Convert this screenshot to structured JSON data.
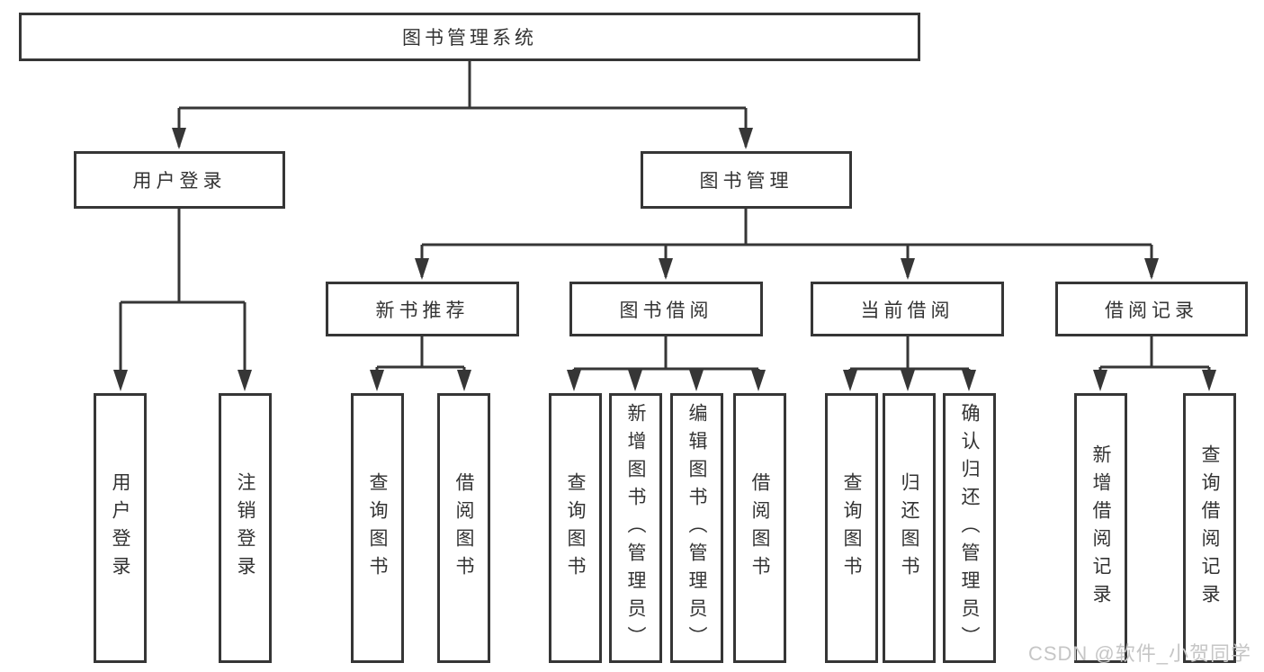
{
  "diagram": {
    "root": {
      "label": "图书管理系统"
    },
    "level1": [
      {
        "label": "用户登录",
        "children": [
          {
            "label": "用户登录"
          },
          {
            "label": "注销登录"
          }
        ]
      },
      {
        "label": "图书管理",
        "children": [
          {
            "label": "新书推荐",
            "children": [
              {
                "label": "查询图书"
              },
              {
                "label": "借阅图书"
              }
            ]
          },
          {
            "label": "图书借阅",
            "children": [
              {
                "label": "查询图书"
              },
              {
                "label": "新增图书（管理员）"
              },
              {
                "label": "编辑图书（管理员）"
              },
              {
                "label": "借阅图书"
              }
            ]
          },
          {
            "label": "当前借阅",
            "children": [
              {
                "label": "查询图书"
              },
              {
                "label": "归还图书"
              },
              {
                "label": "确认归还（管理员）"
              }
            ]
          },
          {
            "label": "借阅记录",
            "children": [
              {
                "label": "新增借阅记录"
              },
              {
                "label": "查询借阅记录"
              }
            ]
          }
        ]
      }
    ],
    "watermark": "CSDN @软件_小贺同学",
    "colors": {
      "line": "#363636",
      "text": "#333333",
      "box_background": "#ffffff",
      "watermark": "#c6c6c6"
    }
  }
}
